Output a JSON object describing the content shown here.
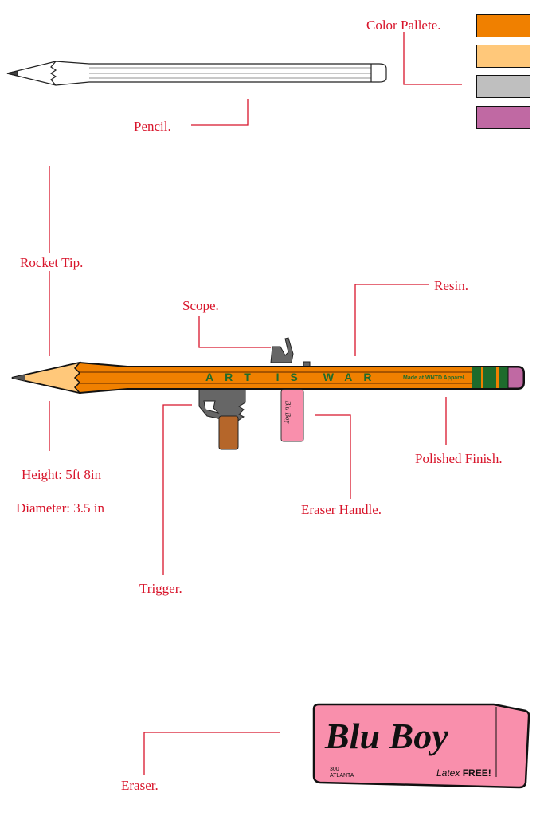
{
  "labels": {
    "color_palette": "Color Pallete.",
    "pencil": "Pencil.",
    "rocket_tip": "Rocket Tip.",
    "scope": "Scope.",
    "resin": "Resin.",
    "polished_finish": "Polished Finish.",
    "height": "Height: 5ft 8in",
    "diameter": "Diameter: 3.5 in",
    "eraser_handle": "Eraser Handle.",
    "trigger": "Trigger.",
    "eraser": "Eraser."
  },
  "palette": [
    "#f08000",
    "#ffc87a",
    "#bfbfbf",
    "#c069a3"
  ],
  "rocket": {
    "slogan": "ART IS WAR",
    "maker": "Made at WNTD Apparel."
  },
  "eraser": {
    "brand": "Blu Boy",
    "model": "300",
    "city": "ATLANTA",
    "latex": "Latex",
    "free": "FREE!"
  },
  "colors": {
    "label": "#d8152b",
    "pink": "#f98fac",
    "green": "#1e6b2c"
  }
}
